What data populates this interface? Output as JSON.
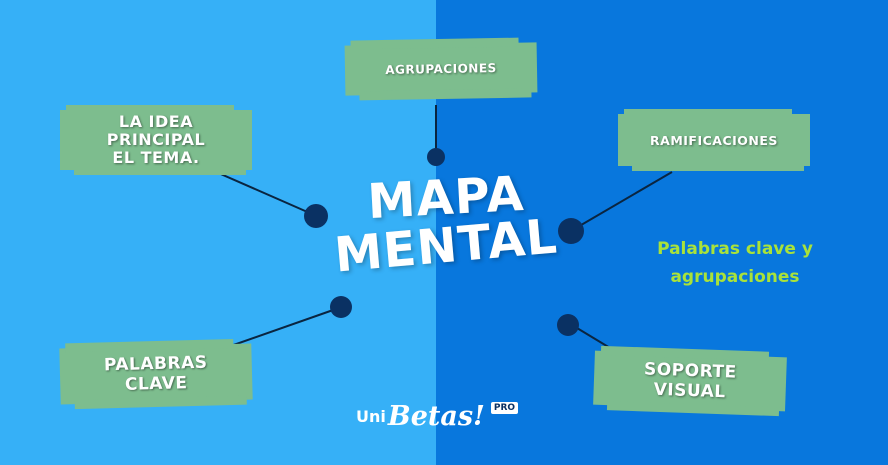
{
  "title": {
    "line1": "MAPA",
    "line2": "MENTAL"
  },
  "tags": {
    "agrupaciones": "AGRUPACIONES",
    "idea_line1": "LA IDEA",
    "idea_line2": "PRINCIPAL",
    "idea_line3": "EL TEMA.",
    "ramificaciones": "RAMIFICACIONES",
    "palabras_line1": "PALABRAS",
    "palabras_line2": "CLAVE",
    "soporte_line1": "SOPORTE",
    "soporte_line2": "VISUAL"
  },
  "note": {
    "line1": "Palabras clave y",
    "line2": "agrupaciones"
  },
  "logo": {
    "uni": "Uni",
    "betas": "Betas!",
    "pro": "PRO"
  },
  "colors": {
    "left_bg": "#36b0f7",
    "right_bg": "#0877dd",
    "tag": "#7dbd8e",
    "node": "#0a3163",
    "note": "#a9e23a"
  }
}
